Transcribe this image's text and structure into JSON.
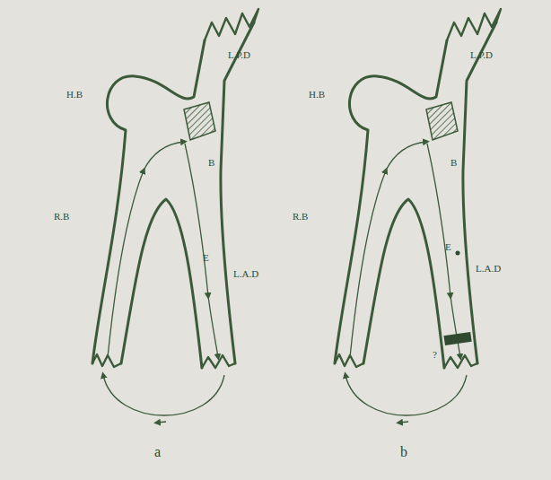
{
  "diagram": {
    "labels": [
      "H.B",
      "L.P.D",
      "B",
      "R.B",
      "E",
      "L.A.D",
      "a",
      "H.B",
      "L.P.D",
      "B",
      "R.B",
      "E",
      "L.A.D",
      "?",
      "b"
    ]
  }
}
